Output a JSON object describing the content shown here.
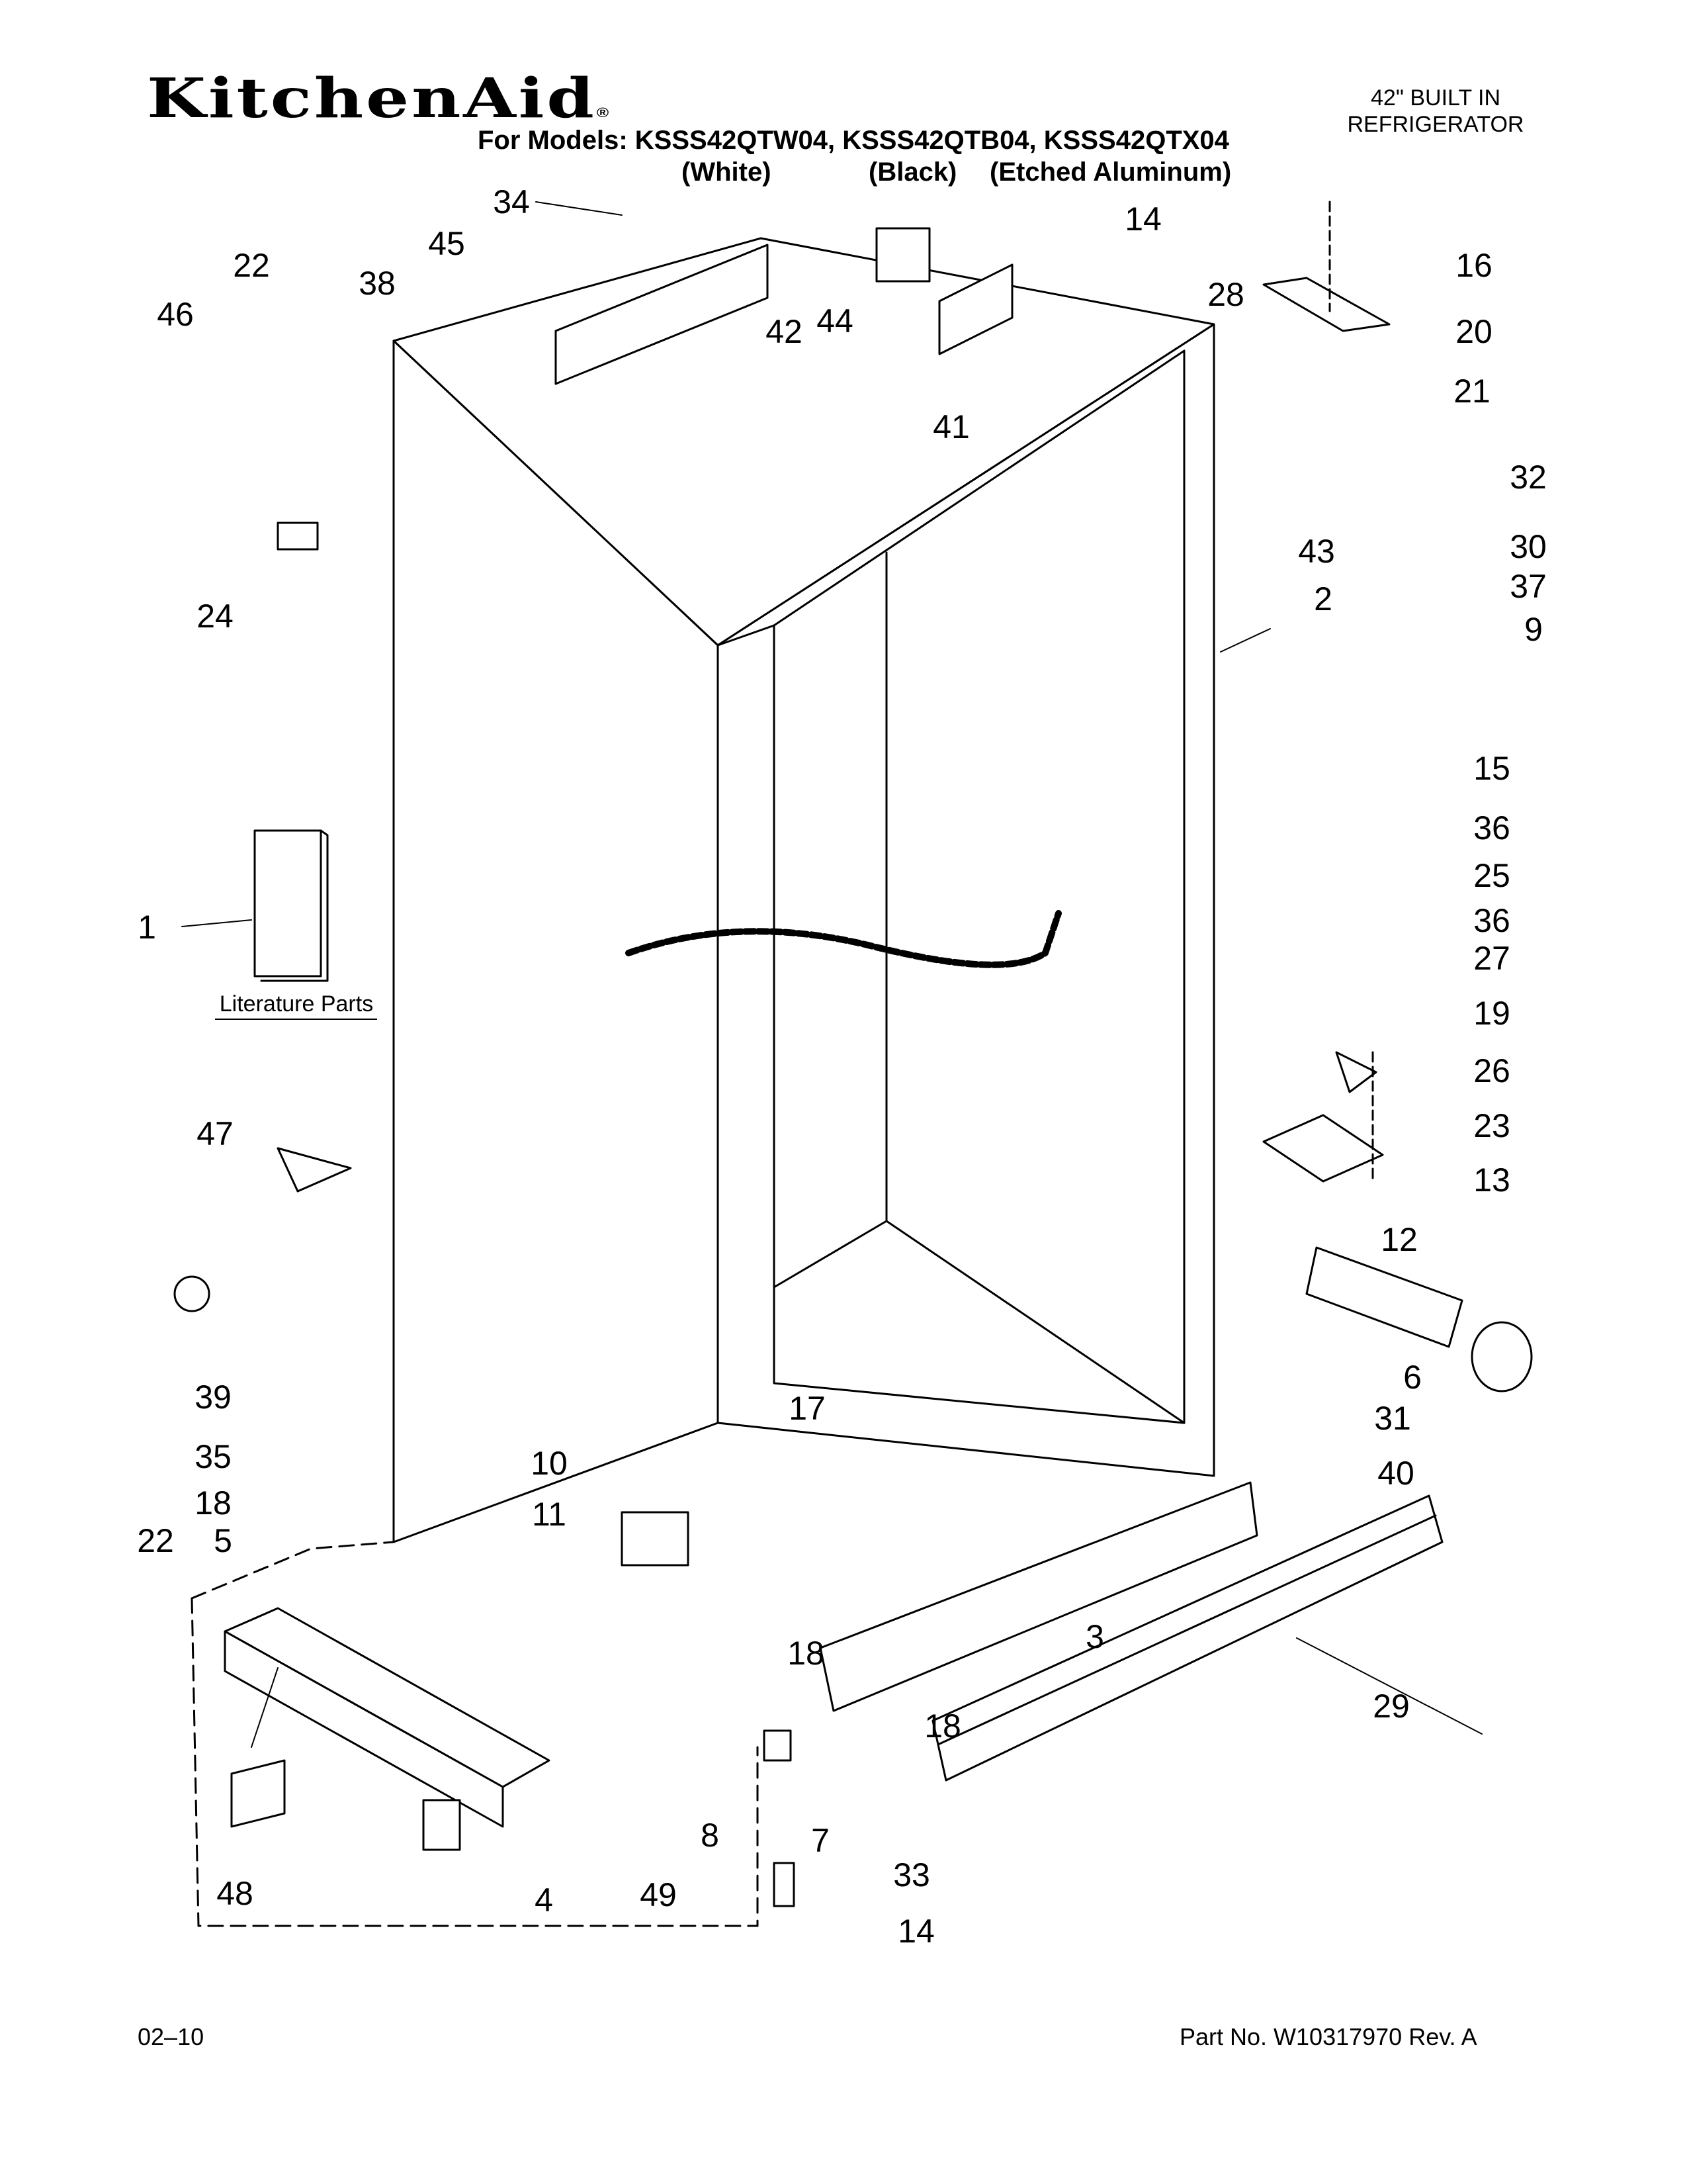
{
  "brand": {
    "logo_text": "KitchenAid",
    "trademark": "®"
  },
  "header": {
    "models_line": "For Models: KSSS42QTW04, KSSS42QTB04, KSSS42QTX04",
    "variants": [
      "(White)",
      "(Black)",
      "(Etched Aluminum)"
    ],
    "product_line1": "42\" BUILT IN",
    "product_line2": "REFRIGERATOR"
  },
  "diagram": {
    "literature_label": "Literature Parts",
    "callouts": [
      "34",
      "45",
      "22",
      "46",
      "38",
      "42",
      "44",
      "14",
      "28",
      "16",
      "20",
      "21",
      "41",
      "43",
      "32",
      "30",
      "37",
      "9",
      "24",
      "2",
      "15",
      "36",
      "25",
      "36",
      "27",
      "19",
      "1",
      "26",
      "23",
      "47",
      "13",
      "12",
      "39",
      "6",
      "35",
      "17",
      "31",
      "10",
      "18",
      "40",
      "11",
      "22",
      "5",
      "3",
      "18",
      "29",
      "18",
      "7",
      "8",
      "48",
      "4",
      "49",
      "33",
      "14"
    ]
  },
  "footer": {
    "date_code": "02–10",
    "part_number": "Part No. W10317970 Rev. A"
  }
}
